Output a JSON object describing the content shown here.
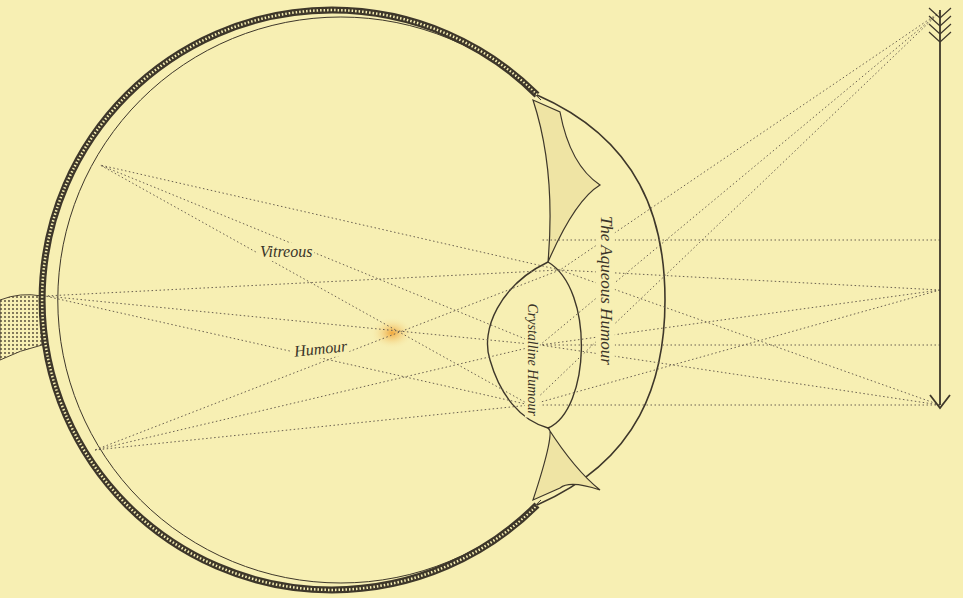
{
  "diagram": {
    "labels": [
      "Vitreous",
      "Humour",
      "Crystalline Humour",
      "The Aqueous Humour"
    ]
  }
}
